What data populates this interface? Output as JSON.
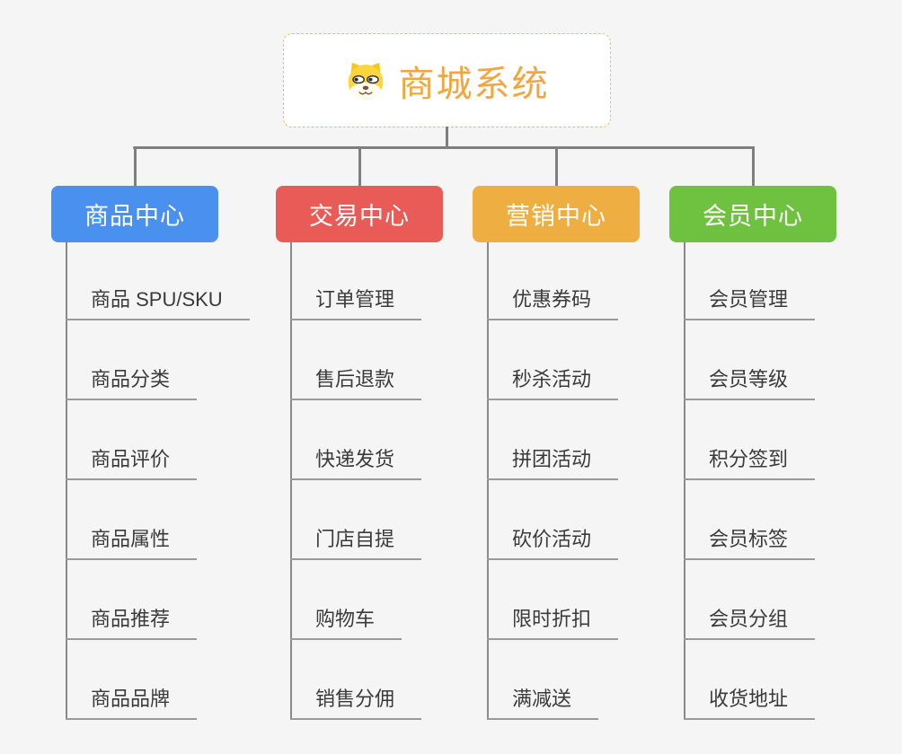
{
  "root": {
    "title": "商城系统",
    "icon": "dog-face-icon"
  },
  "branches": [
    {
      "label": "商品中心",
      "color": "#4a90ee",
      "children": [
        "商品 SPU/SKU",
        "商品分类",
        "商品评价",
        "商品属性",
        "商品推荐",
        "商品品牌"
      ]
    },
    {
      "label": "交易中心",
      "color": "#e95b57",
      "children": [
        "订单管理",
        "售后退款",
        "快递发货",
        "门店自提",
        "购物车",
        "销售分佣"
      ]
    },
    {
      "label": "营销中心",
      "color": "#eeae41",
      "children": [
        "优惠券码",
        "秒杀活动",
        "拼团活动",
        "砍价活动",
        "限时折扣",
        "满减送"
      ]
    },
    {
      "label": "会员中心",
      "color": "#6fc23f",
      "children": [
        "会员管理",
        "会员等级",
        "积分签到",
        "会员标签",
        "会员分组",
        "收货地址"
      ]
    }
  ],
  "theme": {
    "background": "#f5f5f5",
    "connector_gray": "#7f7f7f",
    "underline_gray": "#9a9a9a",
    "child_text": "#3a3a3a",
    "root_text_orange": "#f1a63e",
    "root_border_orange": "#f3bb60",
    "root_background": "#ffffff",
    "branch_text": "#ffffff"
  }
}
